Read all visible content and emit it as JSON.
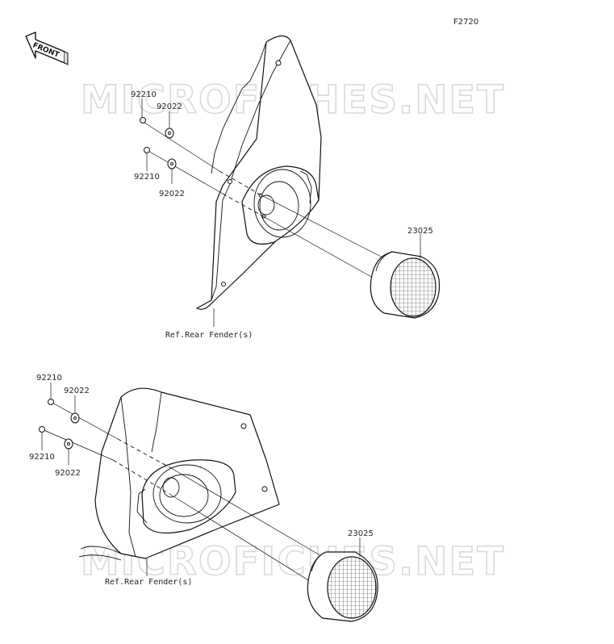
{
  "diagram_code": "F2720",
  "front_marker": "FRONT",
  "watermark": "MICROFICHES.NET",
  "upper_assembly": {
    "nut_top": "92210",
    "washer_top": "92022",
    "nut_bottom": "92210",
    "washer_bottom": "92022",
    "reflector": "23025",
    "reference": "Ref.Rear Fender(s)"
  },
  "lower_assembly": {
    "nut_top": "92210",
    "washer_top": "92022",
    "nut_bottom": "92210",
    "washer_bottom": "92022",
    "reflector": "23025",
    "reference": "Ref.Rear Fender(s)"
  }
}
